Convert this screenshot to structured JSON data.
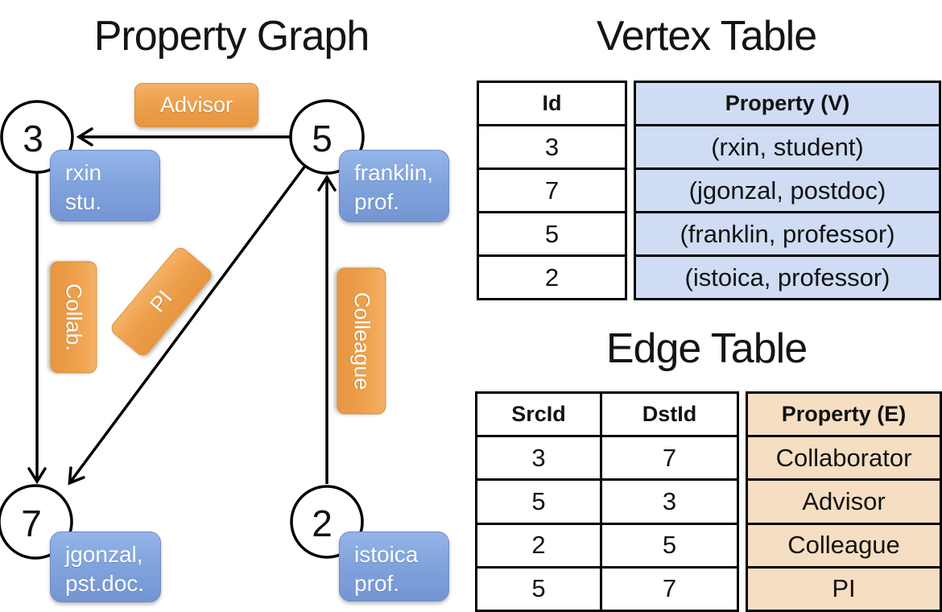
{
  "graph": {
    "title": "Property Graph",
    "nodes": [
      {
        "id": "3",
        "line1": "rxin",
        "line2": "stu."
      },
      {
        "id": "5",
        "line1": "franklin,",
        "line2": "prof."
      },
      {
        "id": "7",
        "line1": "jgonzal,",
        "line2": "pst.doc."
      },
      {
        "id": "2",
        "line1": "istoica",
        "line2": "prof."
      }
    ],
    "edge_labels": {
      "advisor": "Advisor",
      "collab": "Collab.",
      "pi": "PI",
      "colleague": "Colleague"
    }
  },
  "vertex_table": {
    "title": "Vertex Table",
    "headers": {
      "id": "Id",
      "property": "Property (V)"
    },
    "rows": [
      {
        "id": "3",
        "property": "(rxin, student)"
      },
      {
        "id": "7",
        "property": "(jgonzal, postdoc)"
      },
      {
        "id": "5",
        "property": "(franklin, professor)"
      },
      {
        "id": "2",
        "property": "(istoica, professor)"
      }
    ]
  },
  "edge_table": {
    "title": "Edge Table",
    "headers": {
      "src": "SrcId",
      "dst": "DstId",
      "property": "Property (E)"
    },
    "rows": [
      {
        "src": "3",
        "dst": "7",
        "property": "Collaborator"
      },
      {
        "src": "5",
        "dst": "3",
        "property": "Advisor"
      },
      {
        "src": "2",
        "dst": "5",
        "property": "Colleague"
      },
      {
        "src": "5",
        "dst": "7",
        "property": "PI"
      }
    ]
  },
  "colors": {
    "vertex_property_fill": "#cfdcf3",
    "edge_property_fill": "#f6dec2",
    "edge_label_orange": "#ec9f4b",
    "node_property_blue": "#82a4dd",
    "line_black": "#000000",
    "text_white": "#ffffff"
  }
}
